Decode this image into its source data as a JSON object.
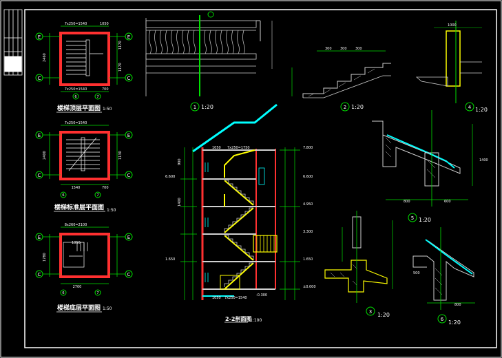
{
  "colors": {
    "background": "#000000",
    "frame": "#ffffff",
    "wall": "#ff3030",
    "dimension": "#00e000",
    "stair": "#ffff00",
    "roof": "#00ffff",
    "detail": "#d0d0d0",
    "text": "#ffffff"
  },
  "titles": {
    "top_plan": "楼梯顶层平面图",
    "top_plan_scale": "1:50",
    "std_plan": "楼梯标准层平面图",
    "std_plan_scale": "1:50",
    "ground_plan": "楼梯底层平面图",
    "ground_plan_scale": "1:50",
    "section": "2-2剖面图",
    "section_scale": "1:100"
  },
  "details": {
    "d1": "1",
    "d1_scale": "1:20",
    "d2": "2",
    "d2_scale": "1:20",
    "d3": "3",
    "d3_scale": "1:20",
    "d4": "4",
    "d4_scale": "1:20",
    "d5": "5",
    "d5_scale": "1:20",
    "d6": "6",
    "d6_scale": "1:20"
  },
  "axes": {
    "E": "E",
    "C": "C",
    "six": "6",
    "seven": "7"
  },
  "dims": {
    "top_a": "7x250=1540",
    "top_b": "1050",
    "top_c": "1170",
    "top_d": "1170",
    "top_e": "2460",
    "top_f": "700",
    "std_a": "7x250=1540",
    "std_b": "2400",
    "std_c": "700",
    "std_d": "1130",
    "std_e": "1540",
    "gr_a": "8x260=2100",
    "gr_b": "1050",
    "gr_c": "2700",
    "gr_d": "1780",
    "sec_a": "7x250=1750",
    "sec_b": "7x250=1540",
    "sec_c": "1050",
    "sec_d": "900",
    "sec_e": "1050",
    "sec_f": "1400",
    "lvl_a": "7.800",
    "lvl_b": "6.600",
    "lvl_c": "4.950",
    "lvl_d": "3.300",
    "lvl_e": "1.650",
    "lvl_f": "±0.000",
    "lvl_g": "-0.300",
    "d2_a": "300",
    "d2_b": "300",
    "d2_c": "300",
    "d4_a": "1000",
    "d5_a": "600",
    "d5_b": "800",
    "d5_c": "1400",
    "d6_a": "800",
    "d6_b": "500"
  }
}
